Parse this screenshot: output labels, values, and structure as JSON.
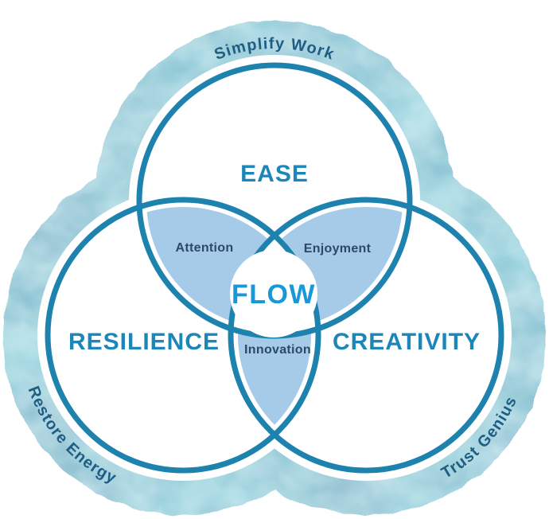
{
  "diagram": {
    "kind": "venn-trefoil",
    "center_label": "FLOW",
    "circles": {
      "top": {
        "label": "EASE",
        "outer_label": "Simplify Work"
      },
      "bottom_left": {
        "label": "RESILIENCE",
        "outer_label": "Restore Energy"
      },
      "bottom_right": {
        "label": "CREATIVITY",
        "outer_label": "Trust Genius"
      }
    },
    "intersections": {
      "top_left": "Attention",
      "top_right": "Enjoyment",
      "bottom": "Innovation"
    },
    "colors": {
      "background": "#ffffff",
      "circle_stroke": "#1d82ae",
      "band_base": "#a7dae3",
      "band_mottle_dark": "#7cbcce",
      "band_mottle_slate": "#8fafc6",
      "band_mottle_light": "#d6f0f4",
      "petal_fill": "#a6cbe8",
      "center_label_color": "#1798d8",
      "circle_label_color": "#1c86b8",
      "intersection_label_color": "#2b4a66",
      "outer_label_color": "#1f5e84"
    }
  }
}
